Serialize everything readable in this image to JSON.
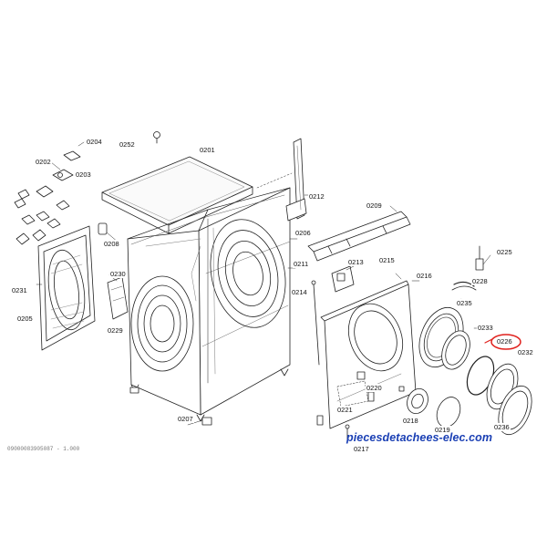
{
  "diagram": {
    "watermark": "piecesdetachees-elec.com",
    "doc_code": "09000083905087 - 1.000",
    "highlighted_part": "0226",
    "highlight_color": "#e0201c",
    "parts": [
      {
        "id": "p0204",
        "label": "0204"
      },
      {
        "id": "p0252",
        "label": "0252"
      },
      {
        "id": "p0201",
        "label": "0201"
      },
      {
        "id": "p0202",
        "label": "0202"
      },
      {
        "id": "p0203",
        "label": "0203"
      },
      {
        "id": "p0208",
        "label": "0208"
      },
      {
        "id": "p0230",
        "label": "0230"
      },
      {
        "id": "p0231",
        "label": "0231"
      },
      {
        "id": "p0205",
        "label": "0205"
      },
      {
        "id": "p0229",
        "label": "0229"
      },
      {
        "id": "p0212",
        "label": "0212"
      },
      {
        "id": "p0206",
        "label": "0206"
      },
      {
        "id": "p0211",
        "label": "0211"
      },
      {
        "id": "p0214",
        "label": "0214"
      },
      {
        "id": "p0209",
        "label": "0209"
      },
      {
        "id": "p0213",
        "label": "0213"
      },
      {
        "id": "p0215",
        "label": "0215"
      },
      {
        "id": "p0216",
        "label": "0216"
      },
      {
        "id": "p0225",
        "label": "0225"
      },
      {
        "id": "p0228",
        "label": "0228"
      },
      {
        "id": "p0235",
        "label": "0235"
      },
      {
        "id": "p0233",
        "label": "0233"
      },
      {
        "id": "p0226",
        "label": "0226"
      },
      {
        "id": "p0232",
        "label": "0232"
      },
      {
        "id": "p0220",
        "label": "0220"
      },
      {
        "id": "p0221",
        "label": "0221"
      },
      {
        "id": "p0218",
        "label": "0218"
      },
      {
        "id": "p0219",
        "label": "0219"
      },
      {
        "id": "p0236",
        "label": "0236"
      },
      {
        "id": "p0207",
        "label": "0207"
      },
      {
        "id": "p0217",
        "label": "0217"
      }
    ]
  }
}
